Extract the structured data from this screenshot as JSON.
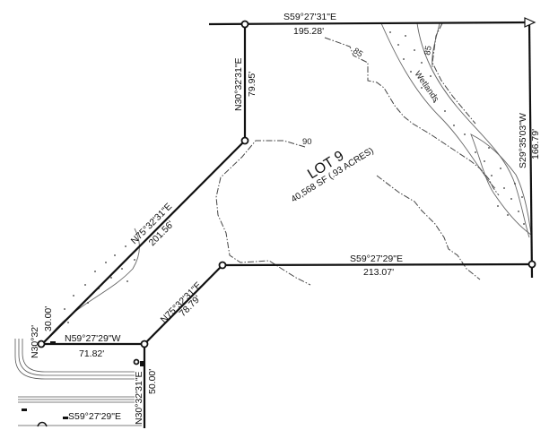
{
  "plat": {
    "lot": {
      "title": "LOT 9",
      "area": "40,568 SF (.93 ACRES)"
    },
    "bearings": [
      {
        "id": "north-line",
        "bearing": "S59°27'31\"E",
        "distance": "195.28'"
      },
      {
        "id": "east-line",
        "bearing": "S29°35'03\"W",
        "distance": "166.79'"
      },
      {
        "id": "south-line",
        "bearing": "S59°27'29\"E",
        "distance": "213.07'"
      },
      {
        "id": "west-upper-line",
        "bearing": "N30°32'31\"E",
        "distance": "79.95'"
      },
      {
        "id": "diagonal-line",
        "bearing": "N75°32'31\"E",
        "distance": "201.56'"
      },
      {
        "id": "short-diagonal-line",
        "bearing": "N75°32'31\"E",
        "distance": "78.79'"
      },
      {
        "id": "access-north-line",
        "bearing": "N59°27'29\"W",
        "distance": "71.82'"
      },
      {
        "id": "access-east-line",
        "bearing": "N30°32'31\"E",
        "distance": "50.00'"
      },
      {
        "id": "access-west-line",
        "bearing": "N30°32'",
        "distance": "30.00'"
      },
      {
        "id": "road-line",
        "bearing": "S59°27'29\"E",
        "distance": ""
      }
    ],
    "contours": [
      {
        "id": "contour-85-west",
        "label": "85"
      },
      {
        "id": "contour-85-east",
        "label": "85"
      },
      {
        "id": "contour-90",
        "label": "90"
      }
    ],
    "features": {
      "wetlands_label": "Wetlands"
    },
    "colors": {
      "line": "#111111",
      "background": "#ffffff",
      "contour": "#444444"
    }
  }
}
